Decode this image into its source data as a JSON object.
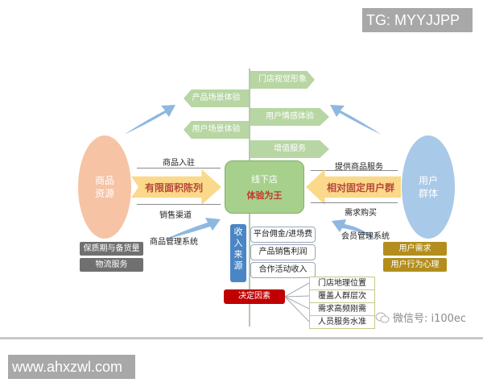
{
  "watermarks": {
    "top_right": "TG: MYYJJPP",
    "bottom_left": "www.ahxzwl.com",
    "wechat": "微信号: i100ec"
  },
  "diagram": {
    "experience_tags": {
      "right": [
        "门店视觉形象",
        "用户情感体验",
        "增值服务"
      ],
      "left": [
        "产品场景体验",
        "用户场景体验"
      ]
    },
    "left_entity": {
      "label_line1": "商品",
      "label_line2": "资源",
      "flow_in": "商品入驻",
      "big_arrow": "有限面积陈列",
      "flow_out": "销售渠道",
      "system": "商品管理系统",
      "tags": [
        "保质期与备货量",
        "物流服务"
      ]
    },
    "right_entity": {
      "label_line1": "用户",
      "label_line2": "群体",
      "flow_out": "提供商品服务",
      "big_arrow": "相对固定用户群",
      "flow_in": "需求购买",
      "system": "会员管理系统",
      "tags": [
        "用户需求",
        "用户行为心理"
      ]
    },
    "center": {
      "title": "线下店",
      "subtitle": "体验为王"
    },
    "income": {
      "label": "收入来源",
      "items": [
        "平台佣金/进场费",
        "产品销售利润",
        "合作活动收入"
      ]
    },
    "factors": {
      "label": "决定因素",
      "items": [
        "门店地理位置",
        "覆盖人群层次",
        "需求高频刚需",
        "人员服务水准"
      ]
    },
    "colors": {
      "green_tag": "#b7d6a3",
      "center_box": "#a7d08c",
      "left_oval": "#f6c3a5",
      "right_oval": "#a9c9e8",
      "big_arrow": "#fbd98a",
      "income_label": "#4a86c5",
      "factor_label": "#c00000",
      "gray_tag": "#707070",
      "gold_tag": "#b38e1e",
      "blue_arrow": "#8fb8e0"
    }
  }
}
